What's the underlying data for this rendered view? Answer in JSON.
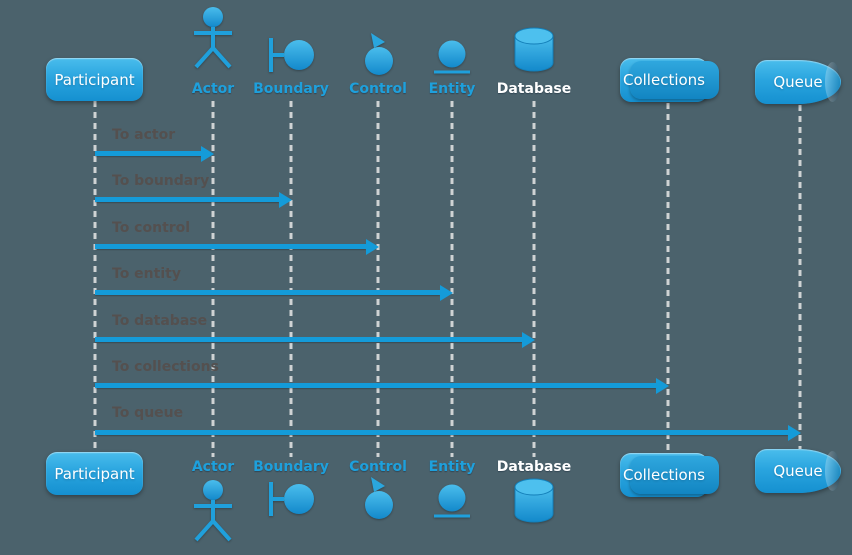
{
  "colors": {
    "background": "#4b626c",
    "shape_blue_top": "#4abdec",
    "shape_blue_bottom": "#1590d0",
    "label_blue": "#1ea0dc",
    "arrow_blue": "#149bd9",
    "message_text": "#54504f",
    "lifeline_dash": "#d6d9da",
    "white_label": "#ffffff"
  },
  "participants": [
    {
      "label": "Participant",
      "shape": "rounded-box"
    },
    {
      "label": "Actor",
      "shape": "stick-figure"
    },
    {
      "label": "Boundary",
      "shape": "boundary-circle"
    },
    {
      "label": "Control",
      "shape": "control-circle"
    },
    {
      "label": "Entity",
      "shape": "entity-circle"
    },
    {
      "label": "Database",
      "shape": "cylinder"
    },
    {
      "label": "Collections",
      "shape": "stacked-rounded-box"
    },
    {
      "label": "Queue",
      "shape": "horizontal-cylinder"
    }
  ],
  "messages": [
    {
      "label": "To actor",
      "from": "Participant",
      "to": "Actor"
    },
    {
      "label": "To boundary",
      "from": "Participant",
      "to": "Boundary"
    },
    {
      "label": "To control",
      "from": "Participant",
      "to": "Control"
    },
    {
      "label": "To entity",
      "from": "Participant",
      "to": "Entity"
    },
    {
      "label": "To database",
      "from": "Participant",
      "to": "Database"
    },
    {
      "label": "To collections",
      "from": "Participant",
      "to": "Collections"
    },
    {
      "label": "To queue",
      "from": "Participant",
      "to": "Queue"
    }
  ]
}
